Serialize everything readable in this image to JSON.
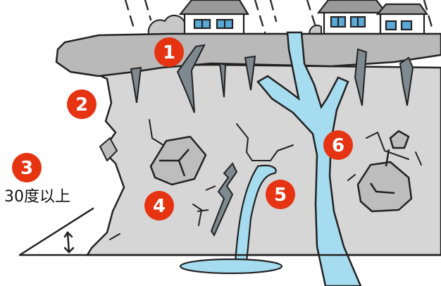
{
  "markers": [
    {
      "id": "1",
      "label": "1"
    },
    {
      "id": "2",
      "label": "2"
    },
    {
      "id": "3",
      "label": "3"
    },
    {
      "id": "4",
      "label": "4"
    },
    {
      "id": "5",
      "label": "5"
    },
    {
      "id": "6",
      "label": "6"
    }
  ],
  "angle_label": "30度以上",
  "colors": {
    "badge": "#e63312",
    "cliff": "#d6d6d6",
    "cliff_top": "#b9b9b9",
    "crack": "#7f8a90",
    "water": "#a6dcef",
    "outline": "#222222"
  }
}
